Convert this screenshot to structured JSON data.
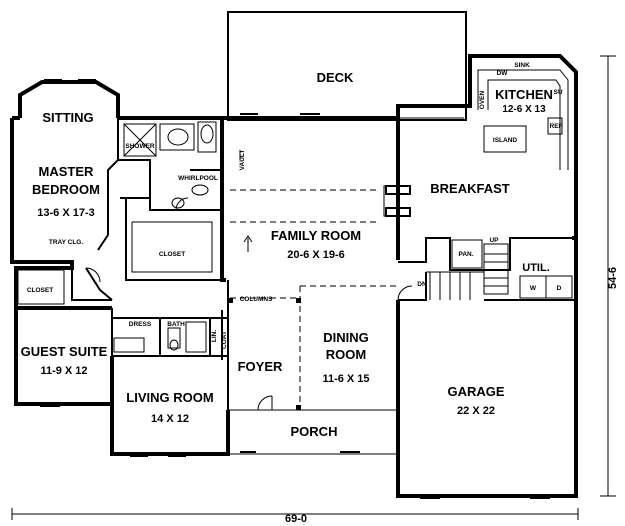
{
  "rooms": {
    "deck": {
      "name": "DECK"
    },
    "sitting": {
      "name": "SITTING"
    },
    "master_bedroom": {
      "name_line1": "MASTER",
      "name_line2": "BEDROOM",
      "dims": "13-6 X 17-3",
      "ceiling_note": "TRAY CLG."
    },
    "kitchen": {
      "name": "KITCHEN",
      "dims": "12-6 X 13"
    },
    "breakfast": {
      "name": "BREAKFAST"
    },
    "family_room": {
      "name": "FAMILY ROOM",
      "dims": "20-6 X 19-6"
    },
    "guest_suite": {
      "name": "GUEST SUITE",
      "dims": "11-9 X 12"
    },
    "living_room": {
      "name": "LIVING ROOM",
      "dims": "14 X 12"
    },
    "foyer": {
      "name": "FOYER"
    },
    "dining_room": {
      "name_line1": "DINING",
      "name_line2": "ROOM",
      "dims": "11-6 X 15"
    },
    "garage": {
      "name": "GARAGE",
      "dims": "22 X 22"
    },
    "porch": {
      "name": "PORCH"
    },
    "utility": {
      "name": "UTIL."
    }
  },
  "labels": {
    "closet": "CLOSET",
    "closet_master": "CLOSET",
    "dress": "DRESS",
    "bath": "BATH",
    "coat": "COAT",
    "columns": "COLUMNS",
    "vault": "VAULT",
    "island": "ISLAND",
    "pantry": "PAN.",
    "up": "UP",
    "down": "DN",
    "sink": "SINK",
    "dw": "DW",
    "oven": "OVEN",
    "ref": "REF",
    "su": "SU",
    "washer": "W",
    "dryer": "D",
    "whirlpool": "WHIRLPOOL",
    "shower": "SHOWER",
    "linen": "LIN."
  },
  "dimensions": {
    "width": "69-0",
    "depth": "54-6"
  }
}
